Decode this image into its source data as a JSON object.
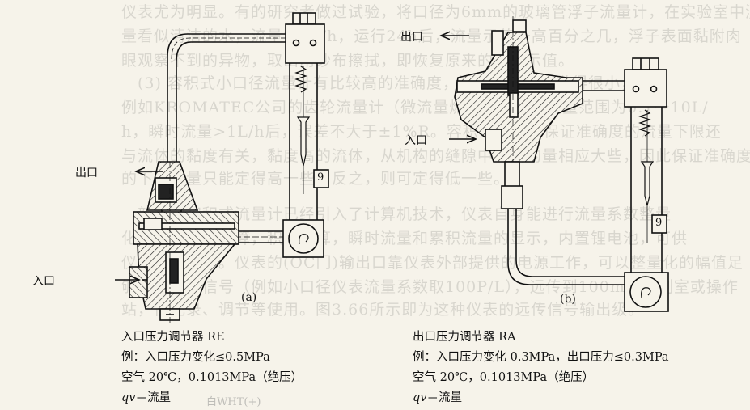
{
  "bleed_through_text": [
    "仪表尤为明显。有的研究者做过试验，将口径为6mm的玻璃管浮子流量计，在实验室中测",
    "量看似清洁的水，流量为1L/h，运行24h后，流量示值升高百分之几，浮子表面黏附肉",
    "眼观察不到的异物，取出用纱布擦拭，即恢复原来的流量示值。",
    "(3) 容积式小口径流量计有比较高的准确度，测量下限也可做得很小，",
    "例如KROMATEC公司的齿轮流量计（微流量燃油流量计）测量范围为0.1～10L/",
    "h，瞬时流量>1L/h后，误差不大于±1%R。容积式流量计保证准确度的流量下限还",
    "与流体的黏度有关，黏度高的流体，从机构的缝隙中泄漏的量相应大些，因此保证准确度",
    "的下限流量只能定得高一些，反之，则可定得低一些。",
    "新型的容积式流量计已经引入了计算机技术，仪表自身能进行流量系数整量",
    "化，瞬时流量计算，积分运算，瞬时流量和累积流量的显示，内置锂电池，可供",
    "仪表运行数年。仪表的(OC门)输出口靠仪表外部提供的电源工作，可以整量化的幅值足",
    "够大的脉冲信号（例如小口径仪表流量系数取100P/L），远传到100m的控制室或操作",
    "站，供记录、调节等使用。图3.66所示即为这种仪表的远传信号输出级。"
  ],
  "faint_label": "白WHT(+)",
  "figure_a": {
    "outlet_label": "出口",
    "inlet_label": "入口",
    "tag": "9",
    "sub_label": "(a)",
    "caption": {
      "title": "入口压力调节器 RE",
      "example": "例：入口压力变化≤0.5MPa",
      "condition": "空气 20℃，0.1013MPa（绝压）",
      "qv_symbol": "qv",
      "qv_text": "＝流量"
    }
  },
  "figure_b": {
    "outlet_label": "出口",
    "inlet_label": "入口",
    "tag": "9",
    "sub_label": "(b)",
    "caption": {
      "title": "出口压力调节器 RA",
      "example": "例：入口压力变化 0.3MPa，出口压力≤0.3MPa",
      "condition": "空气 20℃，0.1013MPa（绝压）",
      "qv_symbol": "qv",
      "qv_text": "＝流量"
    }
  }
}
